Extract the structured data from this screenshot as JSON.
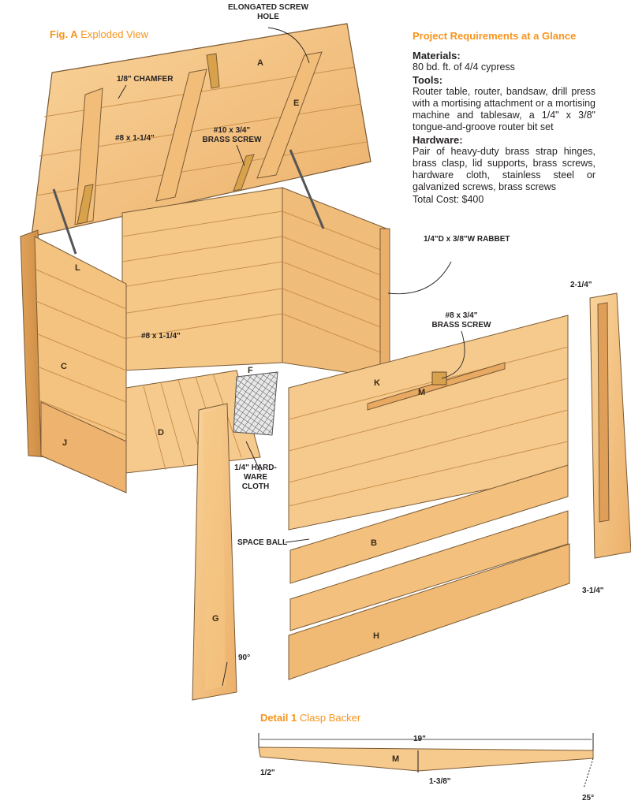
{
  "figure": {
    "prefix": "Fig. A",
    "title": "Exploded View"
  },
  "detail": {
    "prefix": "Detail 1",
    "title": "Clasp Backer",
    "dim_length": "19\"",
    "dim_left": "1/2\"",
    "dim_center": "1-3/8\"",
    "dim_angle": "25°",
    "part": "M"
  },
  "requirements": {
    "heading": "Project Requirements at a Glance",
    "materials_label": "Materials:",
    "materials": "80 bd. ft. of 4/4 cypress",
    "tools_label": "Tools:",
    "tools": "Router table, router, bandsaw, drill press with a mortising attachment or a mortising machine and tablesaw, a 1/4\" x 3/8\" tongue-and-groove router bit set",
    "hardware_label": "Hardware:",
    "hardware": "Pair of heavy-duty brass strap hinges, brass clasp, lid supports, brass screws, hardware cloth, stainless steel or galvanized screws, brass screws",
    "total": "Total Cost: $400"
  },
  "callouts": {
    "elongated_hole": "ELONGATED SCREW HOLE",
    "chamfer": "1/8\" CHAMFER",
    "screw_8x114_lid": "#8 x 1-1/4\"",
    "brass_screw_10": "#10 x 3/4\" BRASS SCREW",
    "rabbet": "1/4\"D x 3/8\"W RABBET",
    "screw_8x114_box": "#8 x 1-1/4\"",
    "brass_screw_8": "#8 x 3/4\" BRASS SCREW",
    "hardware_cloth": "1/4\" HARD-WARE CLOTH",
    "space_ball": "SPACE BALL",
    "dim_214": "2-1/4\"",
    "dim_314": "3-1/4\"",
    "angle_90": "90°"
  },
  "parts": {
    "A": "A",
    "B": "B",
    "C": "C",
    "D": "D",
    "E": "E",
    "F": "F",
    "G": "G",
    "H": "H",
    "J": "J",
    "K": "K",
    "L": "L",
    "M": "M"
  },
  "colors": {
    "accent": "#f7941d",
    "wood_light": "#f7cc8f",
    "wood_mid": "#eeb26a",
    "wood_dark": "#d2914d",
    "outline": "#7a5a35"
  }
}
